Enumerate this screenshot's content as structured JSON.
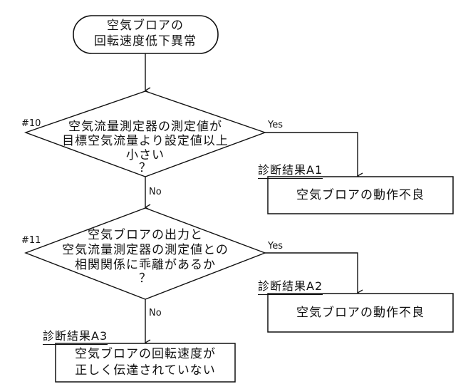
{
  "flowchart": {
    "start": {
      "lines": [
        "空気ブロアの",
        "回転速度低下異常"
      ]
    },
    "decisions": [
      {
        "step": "#10",
        "lines": [
          "空気流量測定器の測定値が",
          "目標空気流量より設定値以上",
          "小さい",
          "？"
        ],
        "yes_label": "Yes",
        "no_label": "No"
      },
      {
        "step": "#11",
        "lines": [
          "空気ブロアの出力と",
          "空気流量測定器の測定値との",
          "相関関係に乖離があるか",
          "？"
        ],
        "yes_label": "Yes",
        "no_label": "No"
      }
    ],
    "results": [
      {
        "label": "診断結果A1",
        "lines": [
          "空気ブロアの動作不良"
        ]
      },
      {
        "label": "診断結果A2",
        "lines": [
          "空気ブロアの動作不良"
        ]
      },
      {
        "label": "診断結果A3",
        "lines": [
          "空気ブロアの回転速度が",
          "正しく伝達されていない"
        ]
      }
    ]
  }
}
